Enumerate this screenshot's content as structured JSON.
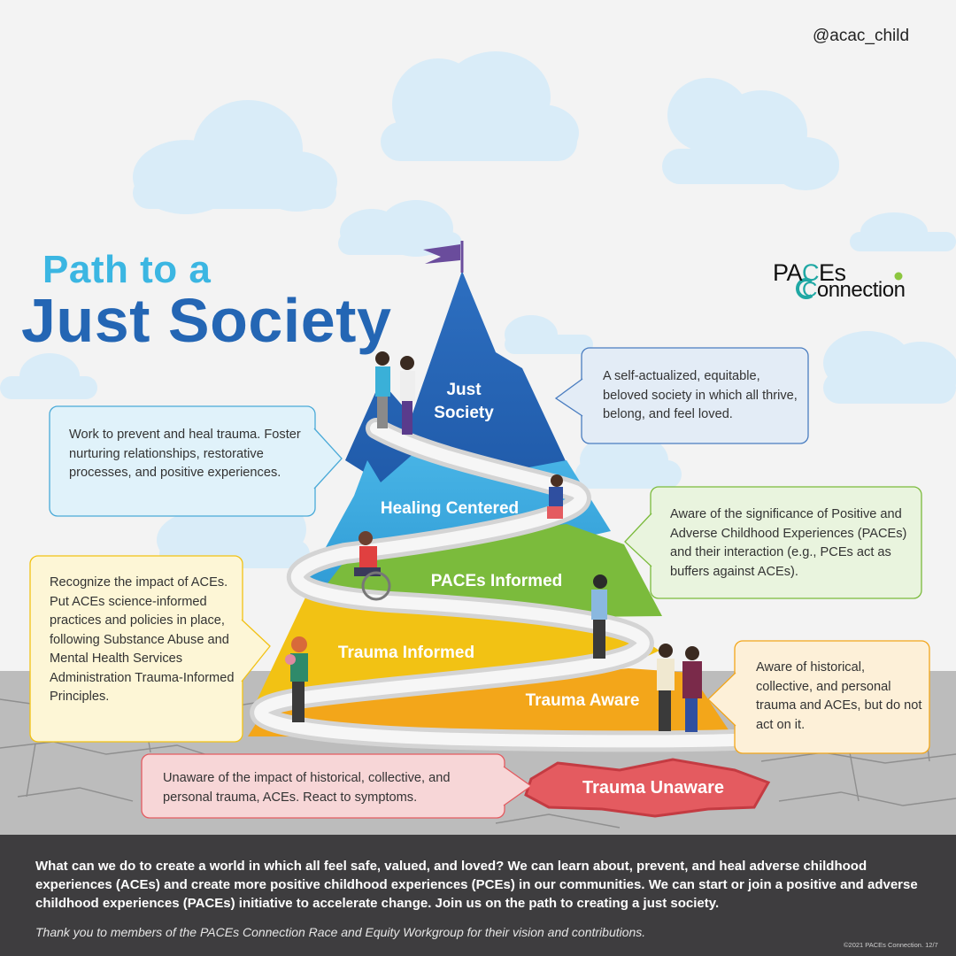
{
  "handle": "@acac_child",
  "title": {
    "line1": "Path to a",
    "line2": "Just Society"
  },
  "logo": {
    "top": {
      "a": "PA",
      "b": "C",
      "c": "Es"
    },
    "bottom": {
      "a": "C",
      "b": "onnecti",
      "c": "o",
      "d": "n"
    }
  },
  "levels": [
    {
      "label": "Just Society",
      "color": "#2a63b3"
    },
    {
      "label": "Healing Centered",
      "color": "#3aa6db"
    },
    {
      "label": "PACEs Informed",
      "color": "#7bbb3c"
    },
    {
      "label": "Trauma Informed",
      "color": "#f2c214"
    },
    {
      "label": "Trauma Aware",
      "color": "#f3a61a"
    },
    {
      "label": "Trauma Unaware",
      "color": "#e45b60"
    }
  ],
  "descriptions": {
    "just_society": "A self-actualized, equitable, beloved society in which all thrive, belong, and feel loved.",
    "healing_centered": "Work to prevent and heal trauma. Foster nurturing relationships, restorative processes, and positive experiences.",
    "paces_informed": "Aware of the significance of Positive and Adverse Childhood Experiences (PACEs) and their interaction (e.g., PCEs act as buffers against ACEs).",
    "trauma_informed": "Recognize the impact of ACEs. Put ACEs science-informed practices and policies in place, following Substance Abuse and Mental Health Services Administration Trauma-Informed Principles.",
    "trauma_aware": "Aware of historical, collective, and personal trauma and ACEs, but do not act on it.",
    "trauma_unaware": "Unaware of the impact of historical, collective, and personal trauma, ACEs. React to symptoms."
  },
  "footer": {
    "text": "What can we do to create a world in which all feel safe, valued, and loved? We can learn about, prevent, and heal adverse childhood experiences (ACEs) and create more positive childhood experiences (PCEs) in our communities. We can start or join a positive and adverse childhood experiences (PACEs) initiative to accelerate change. Join us on the path to creating a just society.",
    "thanks": "Thank you to members of the PACEs Connection Race and Equity Workgroup for their vision and contributions.",
    "copyright": "©2021 PACEs Connection. 12/7"
  },
  "colors": {
    "title_light": "#3bb6e2",
    "title_dark": "#2466b4",
    "logo_accent": "#1fa8a4",
    "logo_dot": "#8cc63f",
    "footer_bg": "#3e3d3f",
    "sky": "#f3f3f3",
    "cloud": "#d9ecf8",
    "ground": "#bcbcbc"
  }
}
